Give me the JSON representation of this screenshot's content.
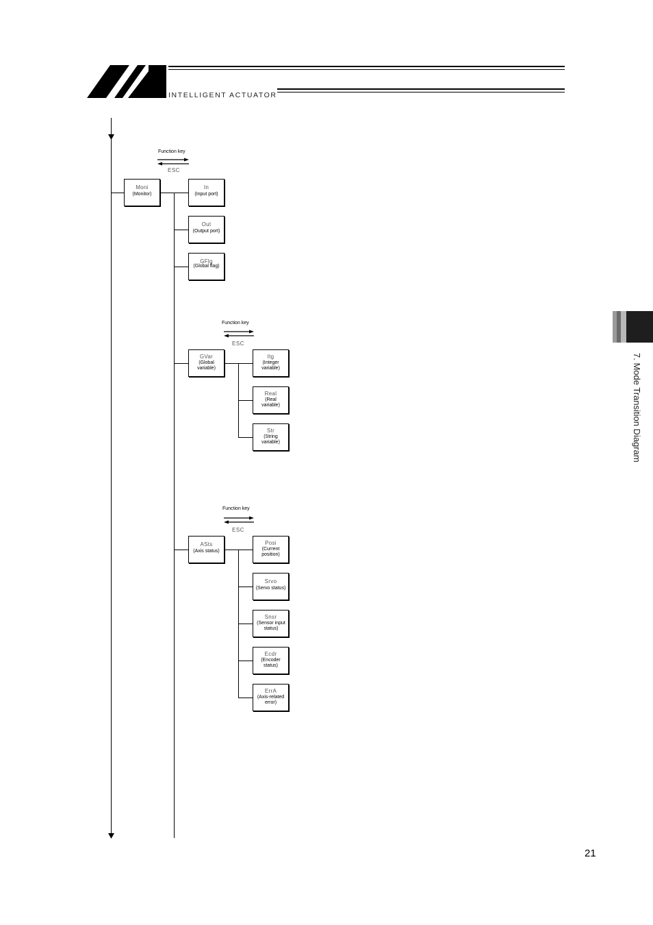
{
  "header": {
    "brand": "INTELLIGENT ACTUATOR"
  },
  "side_tab": {
    "title": "7. Mode Transition Diagram"
  },
  "page_number": "21",
  "diagram": {
    "nodes": {
      "moni": {
        "code": "Moni",
        "desc": "(Monitor)"
      },
      "in": {
        "code": "In",
        "desc": "(Input port)"
      },
      "out": {
        "code": "Out",
        "desc": "(Output port)"
      },
      "gflg": {
        "code": "GFlg",
        "desc": "(Global flag)"
      },
      "gvar": {
        "code": "GVar",
        "desc": "(Global variable)"
      },
      "itg": {
        "code": "Itg",
        "desc": "(Integer variable)"
      },
      "real": {
        "code": "Real",
        "desc": "(Real variable)"
      },
      "str": {
        "code": "Str",
        "desc": "(String variable)"
      },
      "asts": {
        "code": "ASts",
        "desc": "(Axis status)"
      },
      "posi": {
        "code": "Posi",
        "desc": "(Current position)"
      },
      "srvo": {
        "code": "Srvo",
        "desc": "(Servo status)"
      },
      "snsr": {
        "code": "Snsr",
        "desc": "(Sensor input status)"
      },
      "ecdr": {
        "code": "Ecdr",
        "desc": "(Encoder status)"
      },
      "erra": {
        "code": "ErrA",
        "desc": "(Axis-related error)"
      }
    },
    "key_labels": {
      "function_key": "Function key",
      "esc": "ESC"
    }
  }
}
